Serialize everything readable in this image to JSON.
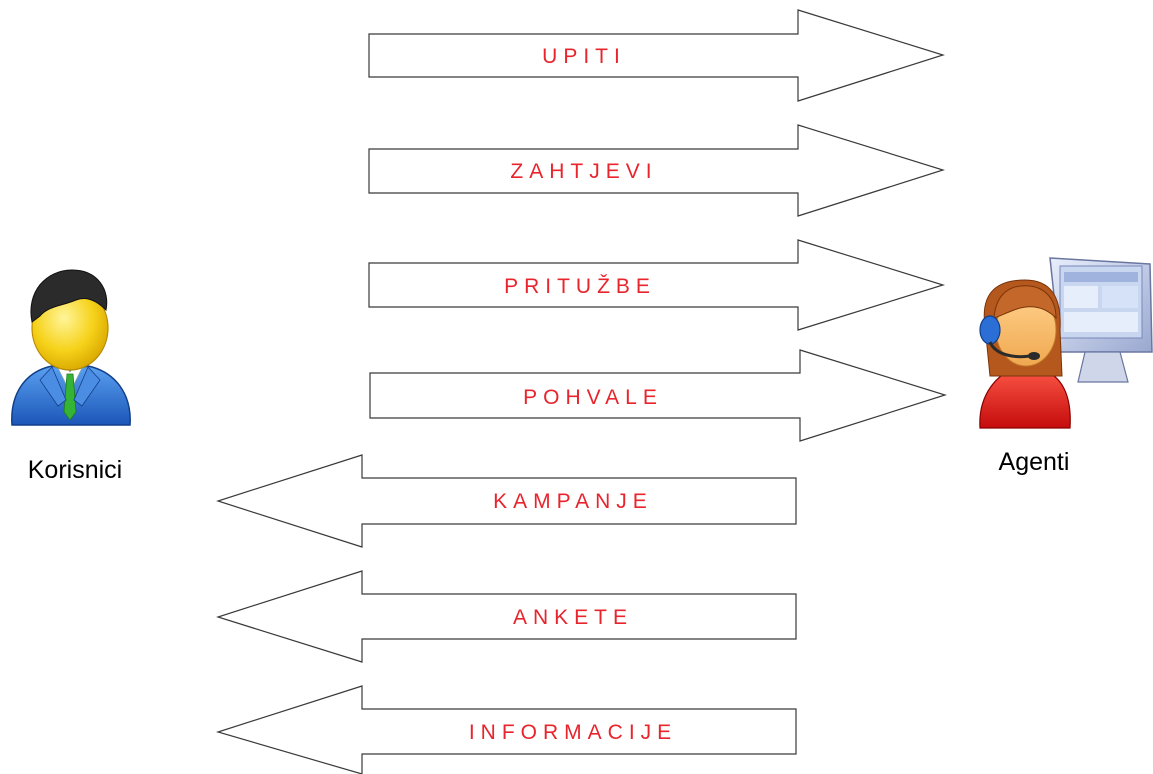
{
  "actors": {
    "left": {
      "label": "Korisnici",
      "icon": "business-man-icon"
    },
    "right": {
      "label": "Agenti",
      "icon": "call-center-agent-icon"
    }
  },
  "flows": [
    {
      "label": "UPITI",
      "direction": "to-agents"
    },
    {
      "label": "ZAHTJEVI",
      "direction": "to-agents"
    },
    {
      "label": "PRITUŽBE",
      "direction": "to-agents"
    },
    {
      "label": "POHVALE",
      "direction": "to-agents"
    },
    {
      "label": "KAMPANJE",
      "direction": "to-users"
    },
    {
      "label": "ANKETE",
      "direction": "to-users"
    },
    {
      "label": "INFORMACIJE",
      "direction": "to-users"
    }
  ],
  "colors": {
    "label_red": "#e8242c",
    "arrow_outline": "#3a3a3a",
    "user_suit": "#2a6fd6",
    "user_tie": "#35b335",
    "agent_top": "#e21a1a"
  }
}
